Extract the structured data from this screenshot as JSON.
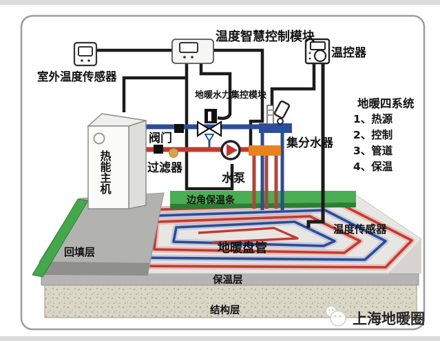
{
  "diagram": {
    "title_top": "温度智慧控制模块",
    "labels": {
      "outdoor_sensor": "室外温度传感器",
      "thermostat": "温控器",
      "hydraulic_module": "地暖水力集控模块",
      "valve": "阀门",
      "filter": "过滤器",
      "pump": "水泵",
      "manifold": "集分水器",
      "heat_host": "热能主机",
      "edge_insulation": "边角保温条",
      "temp_sensor": "温度传感器",
      "backfill_layer": "回填层",
      "floor_coil": "地暖盘管",
      "insulation_layer": "保温层",
      "structure_layer": "结构层"
    },
    "legend": {
      "title": "地暖四系统",
      "items": [
        "1、热源",
        "2、控制",
        "3、管道",
        "4、保温"
      ]
    },
    "watermark": "上海地暖圈",
    "colors": {
      "supply_pipe_red": "#c23b30",
      "return_pipe_blue": "#2c4c97",
      "manifold_blue": "#2a4da0",
      "manifold_orange": "#e8821e",
      "edge_strip_green": "#4aae52",
      "wire_black": "#1b1b1b"
    }
  }
}
